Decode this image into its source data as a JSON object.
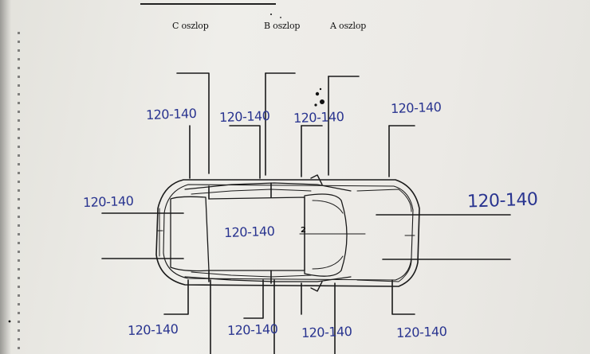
{
  "pillars": {
    "c": "C oszlop",
    "b": "B oszlop",
    "a": "A oszlop"
  },
  "measurements": {
    "top_c": "120-140",
    "top_b": "120-140",
    "top_a": "120-140",
    "top_front": "120-140",
    "rear": "120-140",
    "roof": "120-140",
    "front": "120-140",
    "bottom_c": "120-140",
    "bottom_b": "120-140",
    "bottom_a": "120-140",
    "bottom_front": "120-140"
  },
  "marker": "2",
  "colors": {
    "ink_print": "#1a1a1a",
    "ink_pen": "#2a3590",
    "paper": "#ecebe6"
  }
}
